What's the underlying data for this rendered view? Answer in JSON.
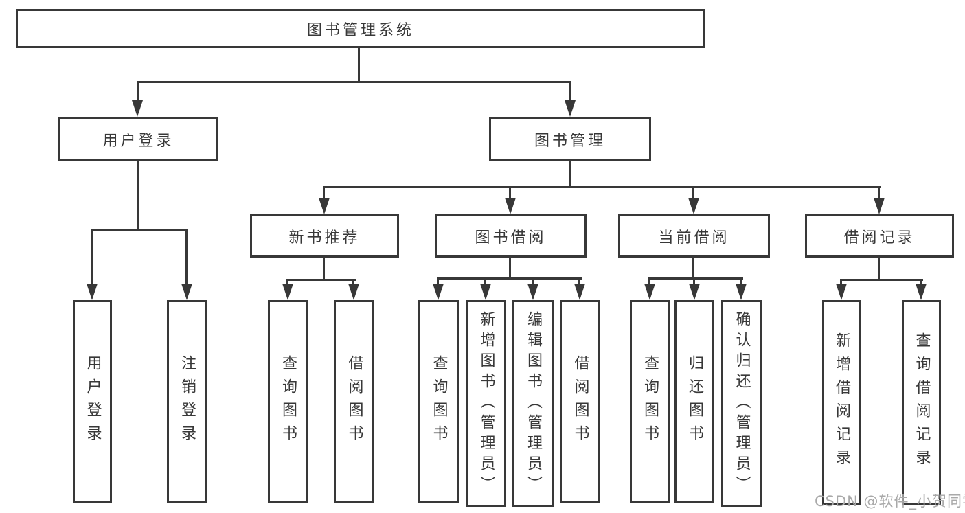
{
  "diagram": {
    "root": {
      "label": "图书管理系统"
    },
    "level2": {
      "user_login": {
        "label": "用户登录",
        "children": [
          "用户登录",
          "注销登录"
        ]
      },
      "book_management": {
        "label": "图书管理",
        "sections": {
          "new_book": {
            "label": "新书推荐",
            "children": [
              "查询图书",
              "借阅图书"
            ]
          },
          "book_borrow": {
            "label": "图书借阅",
            "children": [
              "查询图书",
              "新增图书（管理员）",
              "编辑图书（管理员）",
              "借阅图书"
            ]
          },
          "current_borrow": {
            "label": "当前借阅",
            "children": [
              "查询图书",
              "归还图书",
              "确认归还（管理员）"
            ]
          },
          "borrow_records": {
            "label": "借阅记录",
            "children": [
              "新增借阅记录",
              "查询借阅记录"
            ]
          }
        }
      }
    }
  },
  "colors": {
    "line": "#383838",
    "text": "#383838",
    "watermark": "#a9a9a9",
    "background": "#ffffff"
  },
  "watermark": {
    "text": "CSDN @软件_小贺同学"
  }
}
